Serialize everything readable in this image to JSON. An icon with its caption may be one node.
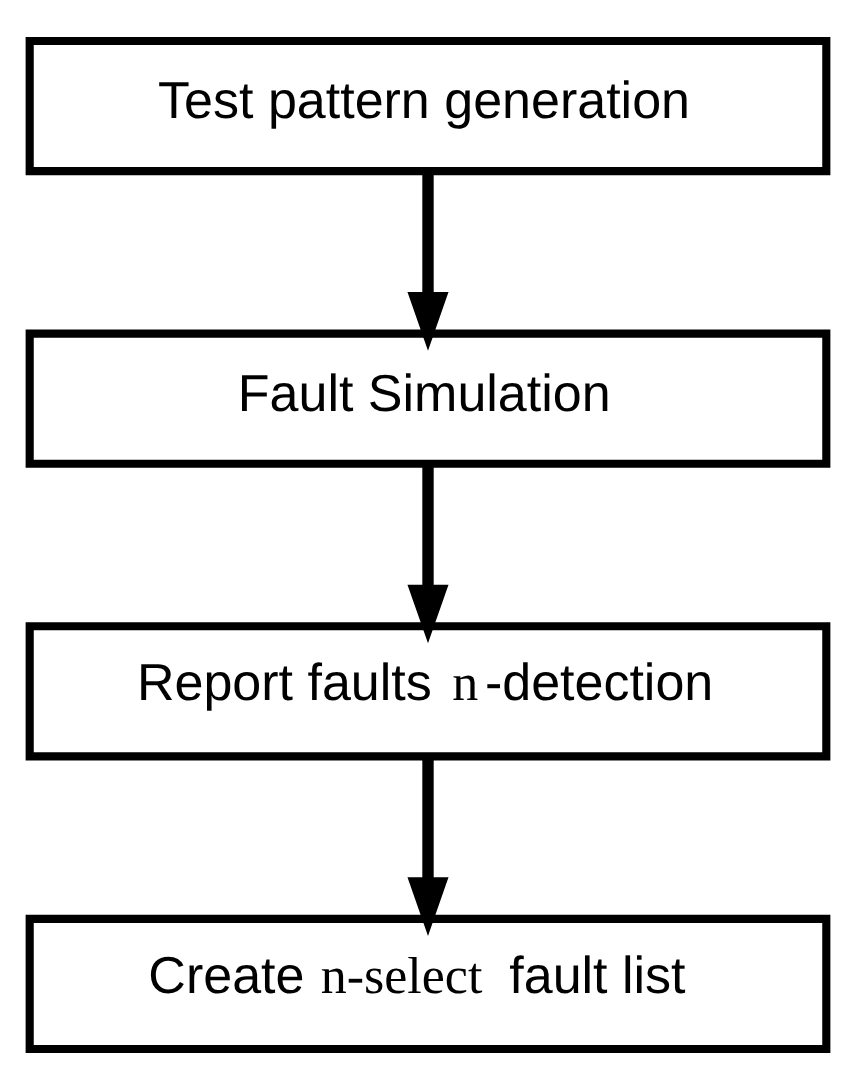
{
  "diagram": {
    "nodes": [
      {
        "text": [
          "Test pattern generation"
        ]
      },
      {
        "text": [
          "Fault Simulation"
        ]
      },
      {
        "text": [
          "Report faults *n*-detection"
        ]
      },
      {
        "text": [
          "Create *n-select* fault list"
        ]
      }
    ],
    "edges": [
      {
        "from": 0,
        "to": 1,
        "arrow": "to"
      },
      {
        "from": 1,
        "to": 2,
        "arrow": "to"
      },
      {
        "from": 2,
        "to": 3,
        "arrow": "to"
      }
    ]
  }
}
